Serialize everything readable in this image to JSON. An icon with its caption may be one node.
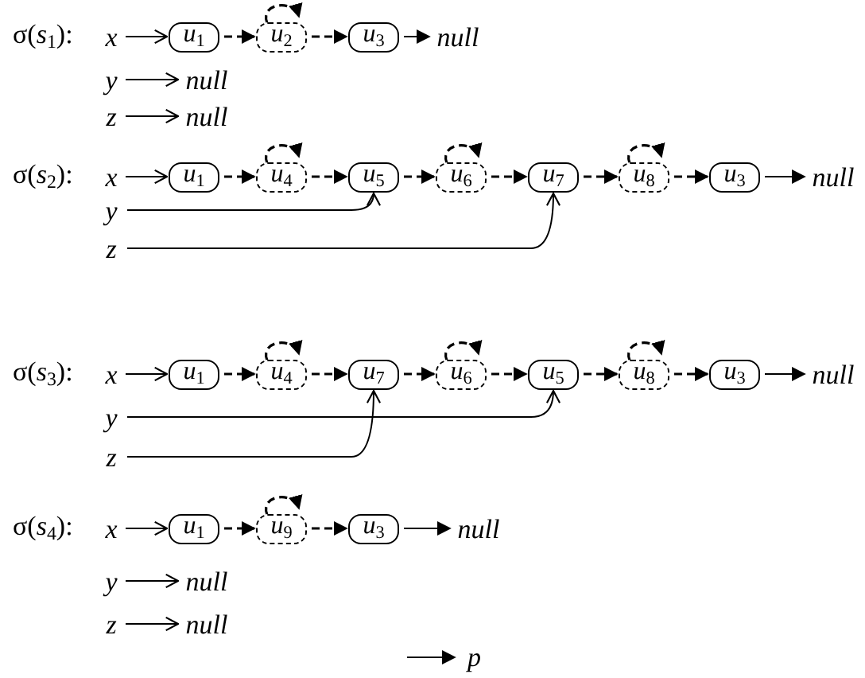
{
  "diagram": {
    "nodes": [
      {
        "text": [
          "x"
        ]
      },
      {
        "text": [
          "*u*$_{1}$"
        ]
      },
      {
        "text": [
          "*u*$_{2}$"
        ]
      },
      {
        "text": [
          "*u*$_{3}$"
        ]
      },
      {
        "text": [
          "null"
        ]
      },
      {
        "text": [
          "y"
        ]
      },
      {
        "text": [
          "null"
        ]
      },
      {
        "text": [
          "z"
        ]
      },
      {
        "text": [
          "null"
        ]
      },
      {
        "text": [
          "x"
        ]
      },
      {
        "text": [
          "*u*$_{1}$"
        ]
      },
      {
        "text": [
          "*u*$_{4}$"
        ]
      },
      {
        "text": [
          "*u*$_{5}$"
        ]
      },
      {
        "text": [
          "*u*$_{6}$"
        ]
      },
      {
        "text": [
          "*u*$_{7}$"
        ]
      },
      {
        "text": [
          "*u*$_{8}$"
        ]
      },
      {
        "text": [
          "*u*$_{3}$"
        ]
      },
      {
        "text": [
          "null"
        ]
      },
      {
        "text": [
          "y"
        ]
      },
      {
        "text": [
          "z"
        ]
      },
      {
        "text": [
          "x"
        ]
      },
      {
        "text": [
          "*u*$_{1}$"
        ]
      },
      {
        "text": [
          "*u*$_{4}$"
        ]
      },
      {
        "text": [
          "*u*$_{7}$"
        ]
      },
      {
        "text": [
          "*u*$_{6}$"
        ]
      },
      {
        "text": [
          "*u*$_{5}$"
        ]
      },
      {
        "text": [
          "*u*$_{8}$"
        ]
      },
      {
        "text": [
          "*u*$_{3}$"
        ]
      },
      {
        "text": [
          "null"
        ]
      },
      {
        "text": [
          "y"
        ]
      },
      {
        "text": [
          "z"
        ]
      },
      {
        "text": [
          "x"
        ]
      },
      {
        "text": [
          "*u*$_{1}$"
        ]
      },
      {
        "text": [
          "*u*$_{9}$"
        ]
      },
      {
        "text": [
          "*u*$_{3}$"
        ]
      },
      {
        "text": [
          "null"
        ]
      },
      {
        "text": [
          "y"
        ]
      },
      {
        "text": [
          "null"
        ]
      },
      {
        "text": [
          "z"
        ]
      },
      {
        "text": [
          "null"
        ]
      }
    ],
    "edges": [
      {
        "from": 0,
        "to": 1,
        "arrow": "to"
      },
      {
        "from": 1,
        "to": 2,
        "arrow": "to",
        "style": "dashed"
      },
      {
        "from": 2,
        "to": 2,
        "arrow": "to",
        "style": "dashed"
      },
      {
        "from": 2,
        "to": 3,
        "arrow": "to",
        "style": "dashed"
      },
      {
        "from": 3,
        "to": 4,
        "arrow": "to"
      },
      {
        "from": 5,
        "to": 6,
        "arrow": "to"
      },
      {
        "from": 7,
        "to": 8,
        "arrow": "to"
      },
      {
        "from": 9,
        "to": 10,
        "arrow": "to"
      },
      {
        "from": 10,
        "to": 11,
        "arrow": "to",
        "style": "dashed"
      },
      {
        "from": 11,
        "to": 11,
        "arrow": "to",
        "style": "dashed"
      },
      {
        "from": 11,
        "to": 12,
        "arrow": "to",
        "style": "dashed"
      },
      {
        "from": 12,
        "to": 13,
        "arrow": "to",
        "style": "dashed"
      },
      {
        "from": 13,
        "to": 13,
        "arrow": "to",
        "style": "dashed"
      },
      {
        "from": 13,
        "to": 14,
        "arrow": "to",
        "style": "dashed"
      },
      {
        "from": 14,
        "to": 15,
        "arrow": "to",
        "style": "dashed"
      },
      {
        "from": 15,
        "to": 15,
        "arrow": "to",
        "style": "dashed"
      },
      {
        "from": 15,
        "to": 16,
        "arrow": "to",
        "style": "dashed"
      },
      {
        "from": 16,
        "to": 17,
        "arrow": "to"
      },
      {
        "from": 18,
        "to": 12,
        "arrow": "to"
      },
      {
        "from": 19,
        "to": 14,
        "arrow": "to"
      },
      {
        "from": 20,
        "to": 21,
        "arrow": "to"
      },
      {
        "from": 21,
        "to": 22,
        "arrow": "to",
        "style": "dashed"
      },
      {
        "from": 22,
        "to": 22,
        "arrow": "to",
        "style": "dashed"
      },
      {
        "from": 22,
        "to": 23,
        "arrow": "to",
        "style": "dashed"
      },
      {
        "from": 23,
        "to": 24,
        "arrow": "to",
        "style": "dashed"
      },
      {
        "from": 24,
        "to": 24,
        "arrow": "to",
        "style": "dashed"
      },
      {
        "from": 24,
        "to": 25,
        "arrow": "to",
        "style": "dashed"
      },
      {
        "from": 25,
        "to": 26,
        "arrow": "to",
        "style": "dashed"
      },
      {
        "from": 26,
        "to": 26,
        "arrow": "to",
        "style": "dashed"
      },
      {
        "from": 26,
        "to": 27,
        "arrow": "to",
        "style": "dashed"
      },
      {
        "from": 27,
        "to": 28,
        "arrow": "to"
      },
      {
        "from": 29,
        "to": 25,
        "arrow": "to"
      },
      {
        "from": 30,
        "to": 23,
        "arrow": "to"
      },
      {
        "from": 31,
        "to": 32,
        "arrow": "to"
      },
      {
        "from": 32,
        "to": 33,
        "arrow": "to",
        "style": "dashed"
      },
      {
        "from": 33,
        "to": 33,
        "arrow": "to",
        "style": "dashed"
      },
      {
        "from": 33,
        "to": 34,
        "arrow": "to",
        "style": "dashed"
      },
      {
        "from": 34,
        "to": 35,
        "arrow": "to"
      },
      {
        "from": 36,
        "to": 37,
        "arrow": "to"
      },
      {
        "from": 38,
        "to": 39,
        "arrow": "to"
      }
    ],
    "labels": [
      "σ(*s*$_{1}$):",
      "σ(*s*$_{2}$):",
      "σ(*s*$_{3}$):",
      "σ(*s*$_{4}$):"
    ],
    "legend": [
      {
        "text": "p"
      }
    ]
  }
}
